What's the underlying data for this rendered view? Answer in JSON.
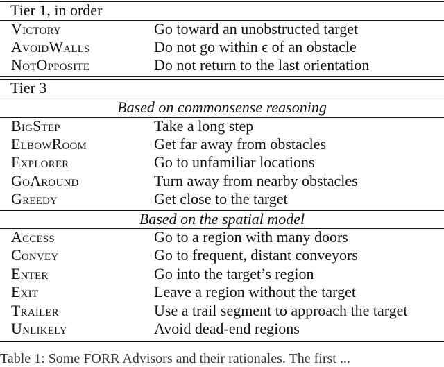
{
  "tier1": {
    "heading": "Tier 1, in order",
    "rows": [
      {
        "name": "Victory",
        "desc": "Go toward an unobstructed target"
      },
      {
        "name": "AvoidWalls",
        "desc": "Do not go within ϵ of an obstacle"
      },
      {
        "name": "NotOpposite",
        "desc": "Do not return to the last orientation"
      }
    ]
  },
  "tier3": {
    "heading": "Tier 3",
    "commonsense": {
      "heading": "Based on commonsense reasoning",
      "rows": [
        {
          "name": "BigStep",
          "desc": "Take a long step"
        },
        {
          "name": "ElbowRoom",
          "desc": "Get far away from obstacles"
        },
        {
          "name": "Explorer",
          "desc": "Go to unfamiliar locations"
        },
        {
          "name": "GoAround",
          "desc": "Turn away from nearby obstacles"
        },
        {
          "name": "Greedy",
          "desc": "Get close to the target"
        }
      ]
    },
    "spatial": {
      "heading": "Based on the spatial model",
      "rows": [
        {
          "name": "Access",
          "desc": "Go to a region with many doors"
        },
        {
          "name": "Convey",
          "desc": "Go to frequent, distant conveyors"
        },
        {
          "name": "Enter",
          "desc": "Go into the target’s region"
        },
        {
          "name": "Exit",
          "desc": "Leave a region without the target"
        },
        {
          "name": "Trailer",
          "desc": "Use a trail segment to approach the target"
        },
        {
          "name": "Unlikely",
          "desc": "Avoid dead-end regions"
        }
      ]
    }
  },
  "caption": "Table 1: Some FORR Advisors and their rationales. The first ..."
}
